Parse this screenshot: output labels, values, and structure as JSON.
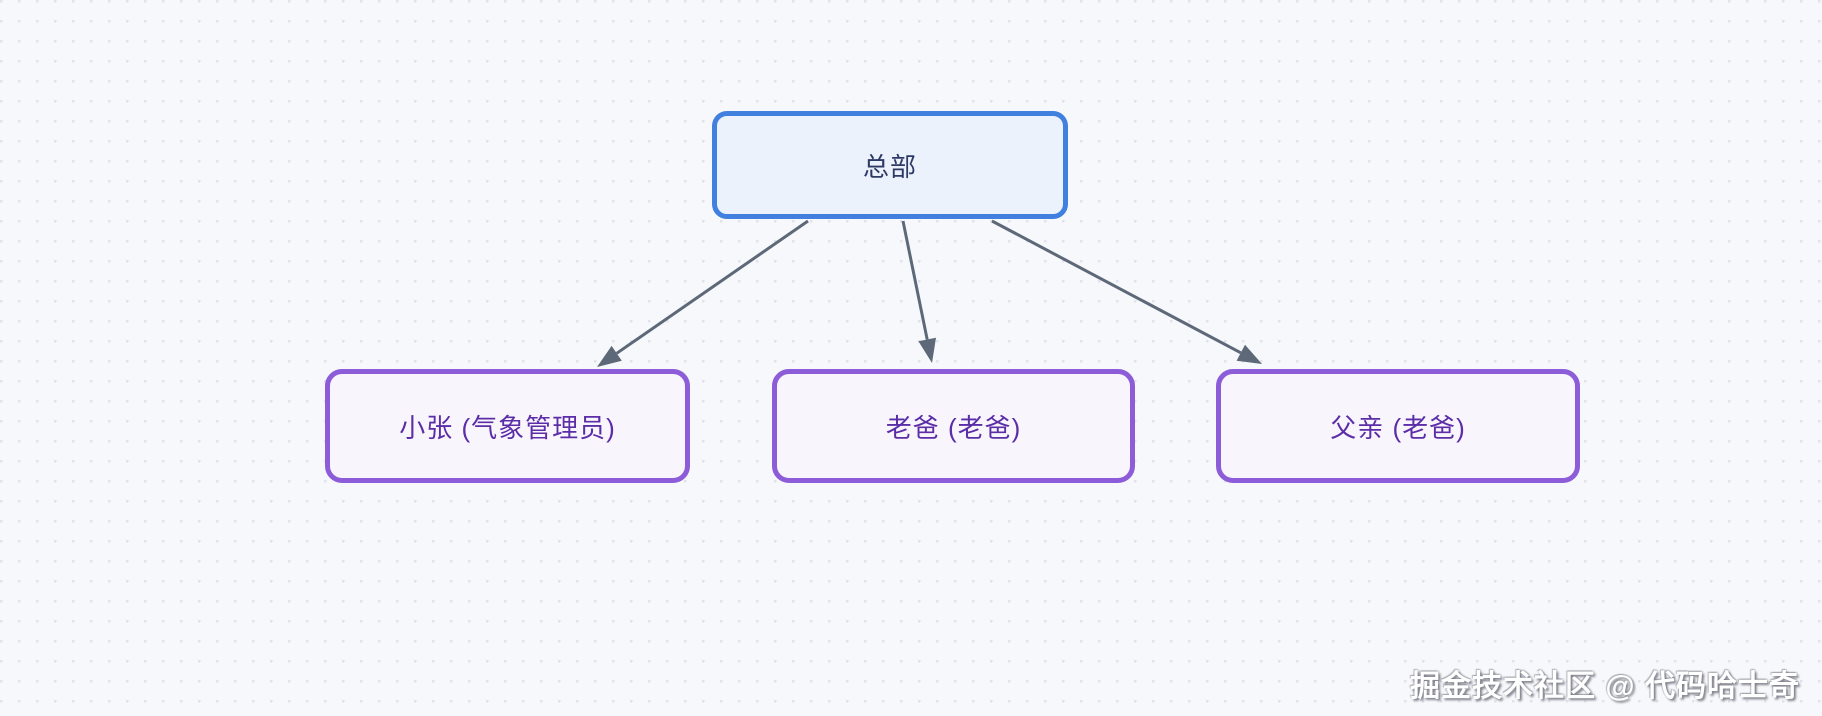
{
  "diagram": {
    "nodes": [
      {
        "id": "hq",
        "label": "总部",
        "role": "root"
      },
      {
        "id": "child1",
        "label": "小张 (气象管理员)",
        "role": "child"
      },
      {
        "id": "child2",
        "label": "老爸 (老爸)",
        "role": "child"
      },
      {
        "id": "child3",
        "label": "父亲 (老爸)",
        "role": "child"
      }
    ],
    "edges": [
      {
        "from": "hq",
        "to": "child1"
      },
      {
        "from": "hq",
        "to": "child2"
      },
      {
        "from": "hq",
        "to": "child3"
      }
    ],
    "colors": {
      "root_border": "#4180de",
      "root_fill": "#ecf2fb",
      "root_text": "#2e3a66",
      "child_border": "#8c5cd9",
      "child_fill": "#f9f5fd",
      "child_text": "#5b2da6",
      "arrow": "#5d6878",
      "canvas_bg": "#f7f8fb",
      "dot_grid": "#e2e3ea"
    }
  },
  "watermark": {
    "text": "掘金技术社区 @ 代码哈士奇"
  }
}
